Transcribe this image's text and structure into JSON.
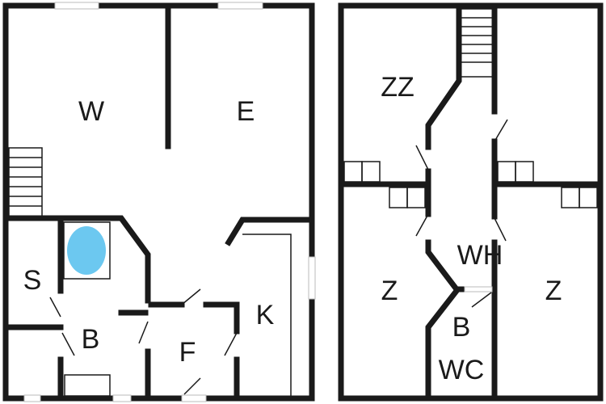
{
  "floor_plan": {
    "ground_floor_rooms": [
      "W",
      "E",
      "S",
      "B",
      "F",
      "K"
    ],
    "upper_floor_rooms": [
      "ZZ",
      "WH",
      "Z",
      "Z",
      "B",
      "WC"
    ],
    "colors": {
      "walls": "#1a1a1a",
      "bathtub": "#6cc8f0",
      "background": "#ffffff"
    }
  }
}
